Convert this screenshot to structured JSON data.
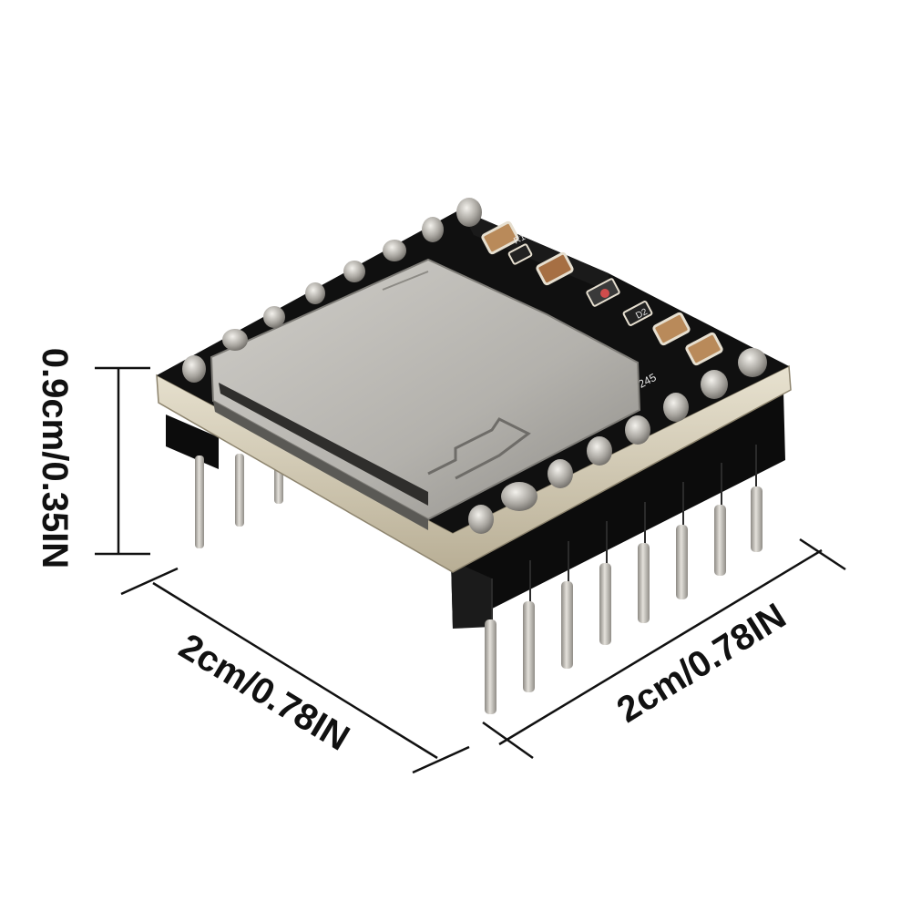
{
  "dimensions": {
    "height_label": "0.9cm/0.35IN",
    "width_left_label": "2cm/0.78IN",
    "width_right_label": "2cm/0.78IN"
  },
  "pcb_text": {
    "silk_r1": "R1",
    "silk_d2": "D2",
    "silk_245": "-245"
  },
  "colors": {
    "background": "#ffffff",
    "pcb_black": "#101010",
    "pcb_edge": "#d9d2bf",
    "sd_slot_metal": "#b9b7b2",
    "header_plastic": "#0c0c0c",
    "pin_metal": "#c9c6c0",
    "capacitor_tan": "#b98a5a",
    "dimension_line": "#111111"
  }
}
